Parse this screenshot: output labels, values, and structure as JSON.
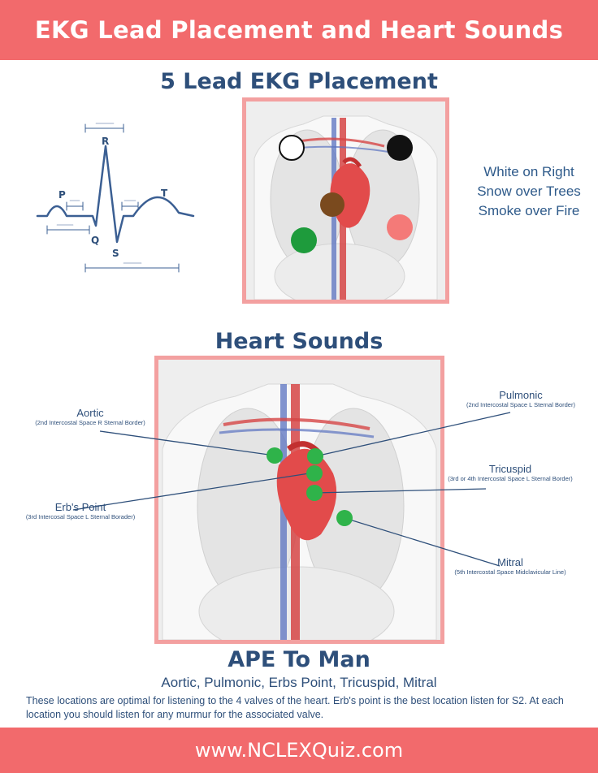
{
  "header": {
    "title": "EKG Lead Placement and Heart Sounds"
  },
  "ekg_section": {
    "title": "5 Lead EKG Placement",
    "waveform_labels": {
      "p": "P",
      "q": "Q",
      "r": "R",
      "s": "S",
      "t": "T"
    },
    "mnemonic": [
      "White on Right",
      "Snow over Trees",
      "Smoke over Fire"
    ],
    "lead_colors": {
      "white": "#ffffff",
      "black": "#111111",
      "brown": "#7a4a1e",
      "green": "#1e9b3c",
      "red": "#f47a78"
    }
  },
  "heart_sounds": {
    "title": "Heart Sounds",
    "marker_color": "#2fb34a",
    "points": [
      {
        "name": "Aortic",
        "detail": "(2nd Intercostal Space R Sternal Border)"
      },
      {
        "name": "Pulmonic",
        "detail": "(2nd Intercostal Space L Sternal Border)"
      },
      {
        "name": "Erb's Point",
        "detail": "(3rd Intercosal Space L Sternal Borader)"
      },
      {
        "name": "Tricuspid",
        "detail": "(3rd or 4th Intercostal Space L Sternal Border)"
      },
      {
        "name": "Mitral",
        "detail": "(5th Intercostal Space Midclavicular Line)"
      }
    ]
  },
  "mnemonic2": {
    "title": "APE To Man",
    "subtitle": "Aortic, Pulmonic, Erbs Point, Tricuspid, Mitral",
    "description": "These locations are optimal for listening to the 4 valves of the heart.  Erb's point is the best location listen for S2.  At each location you should listen for any murmur for the associated valve."
  },
  "footer": {
    "text": "www.NCLEXQuiz.com"
  },
  "colors": {
    "banner": "#f26a6c",
    "heading": "#2e4f7a",
    "frame": "#f3a0a0"
  }
}
